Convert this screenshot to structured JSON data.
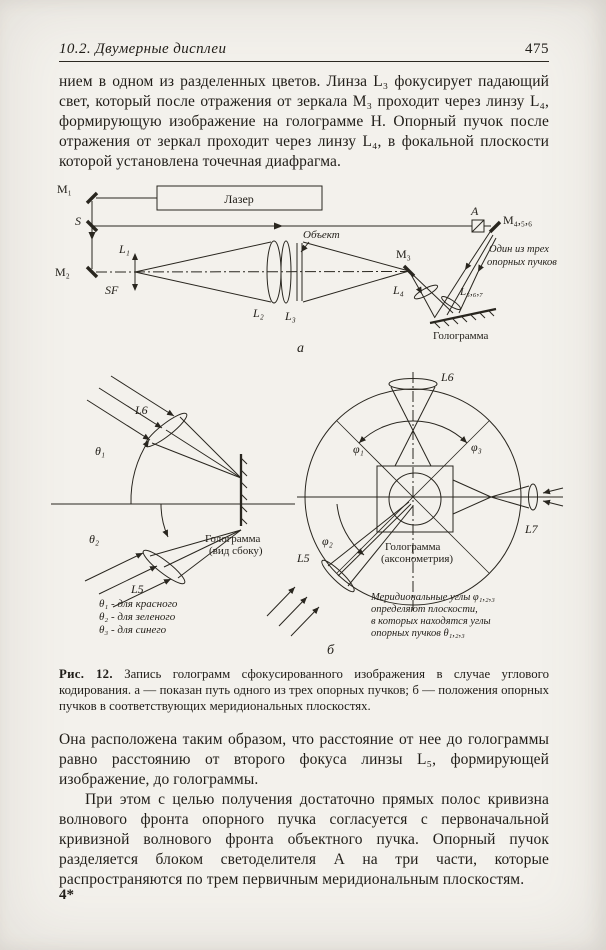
{
  "header": {
    "section": "10.2. Двумерные дисплеи",
    "page": "475"
  },
  "paragraphs": {
    "p1": "нием в одном из разделенных цветов. Линза L₃ фокусирует падающий свет, который после отражения от зеркала М₃ проходит через линзу L₄, формирующую изображение на голограмме Н. Опорный пучок после отражения от зеркал проходит через линзу L₄, в фокальной плоскости которой установлена точечная диафрагма.",
    "p2": "Она расположена таким образом, что расстояние от нее до голограммы равно расстоянию от второго фокуса линзы L₅, формирующей изображение, до голограммы.",
    "p3": "При этом с целью получения достаточно прямых полос кривизна волнового фронта опорного пучка согласуется с первоначальной кривизной волнового фронта объектного пучка. Опорный пучок разделяется блоком светоделителя А на три части, которые распространяются по трем первичным меридиональным плоскостям."
  },
  "figure_a": {
    "laser_label": "Лазер",
    "mirror_m1": "М₁",
    "splitter_s": "S",
    "mirror_m2": "М₂",
    "lens_l1": "L₁",
    "spatial_filter": "SF",
    "lens_l2": "L₂",
    "lens_l3": "L₃",
    "object_label": "Объект",
    "mirror_m3": "М₃",
    "lens_l4": "L₄",
    "lenses_l567": "L₅,₆,₇",
    "hologram_label": "Голограмма",
    "splitter_a": "A",
    "mirrors_m456": "М₄,₅,₆",
    "ref_beam_note_line1": "Один из трех",
    "ref_beam_note_line2": "опорных пучков",
    "sublabel": "а"
  },
  "figure_b": {
    "lens_l6_side": "L6",
    "lens_l5_side": "L5",
    "theta1": "θ₁",
    "theta2": "θ₂",
    "hologram_side_line1": "Голограмма",
    "hologram_side_line2": "(вид сбоку)",
    "legend_theta1": "θ₁ - для красного",
    "legend_theta2": "θ₂ - для зеленого",
    "legend_theta3": "θ₃ - для синего",
    "lens_l6_axo": "L6",
    "lens_l5_axo": "L5",
    "lens_l7": "L7",
    "phi1": "φ₁",
    "phi2": "φ₂",
    "phi3": "φ₃",
    "hologram_axo_line1": "Голограмма",
    "hologram_axo_line2": "(аксонометрия)",
    "note_line1": "Меридиональные углы φ₁,₂,₃",
    "note_line2": "определяют плоскости,",
    "note_line3": "в которых находятся углы",
    "note_line4": "опорных пучков θ₁,₂,₃",
    "sublabel": "б"
  },
  "caption": {
    "label": "Рис. 12.",
    "text": " Запись голограмм сфокусированного изображения в случае углового кодирования. а — показан путь одного из трех опорных пучков; б — положения опорных пучков в соответствующих меридиональных плоскостях."
  },
  "footer": {
    "signature_mark": "4*"
  }
}
